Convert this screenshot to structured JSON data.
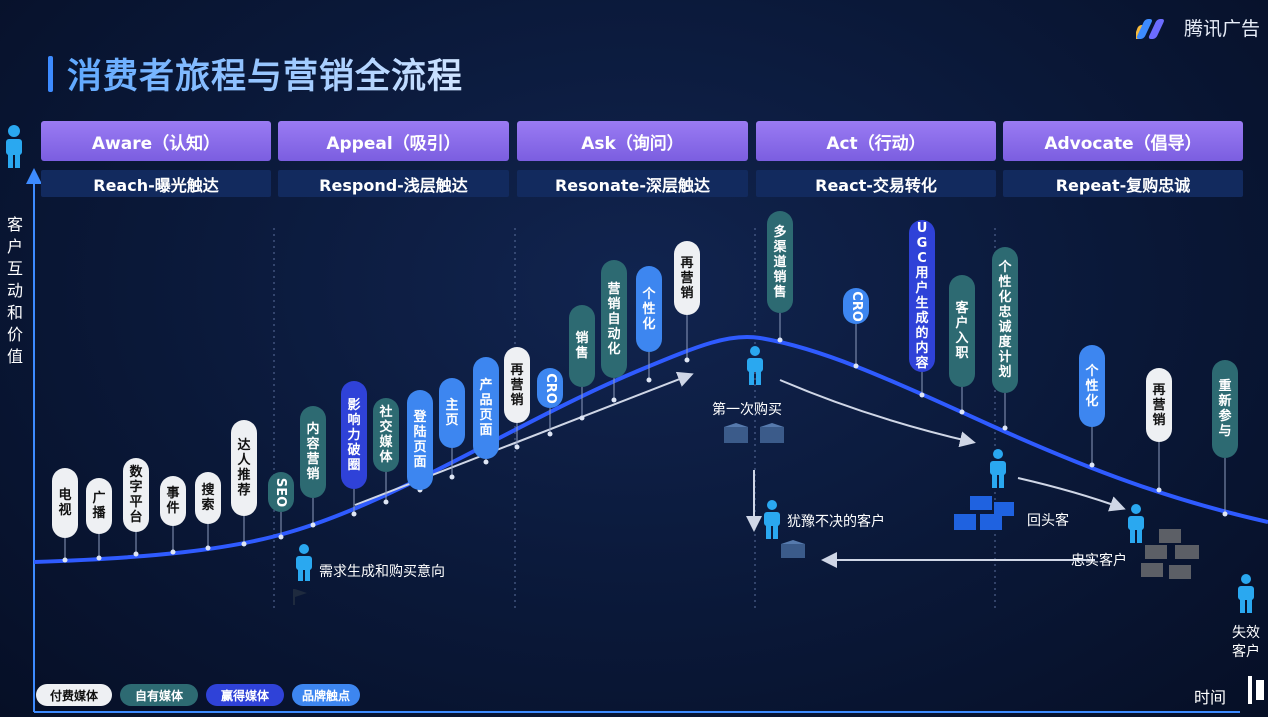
{
  "brand": {
    "name": "腾讯广告"
  },
  "page_title": "消费者旅程与营销全流程",
  "y_axis_label": "客户互动和价值",
  "x_axis_label": "时间",
  "stages": [
    {
      "name": "Aware（认知）",
      "sub": "Reach-曝光触达"
    },
    {
      "name": "Appeal（吸引）",
      "sub": "Respond-浅层触达"
    },
    {
      "name": "Ask（询问）",
      "sub": "Resonate-深层触达"
    },
    {
      "name": "Act（行动）",
      "sub": "React-交易转化"
    },
    {
      "name": "Advocate（倡导）",
      "sub": "Repeat-复购忠诚"
    }
  ],
  "touchpoints": [
    {
      "label": "电视",
      "type": "paid"
    },
    {
      "label": "广播",
      "type": "paid"
    },
    {
      "label": "数字平台",
      "type": "paid"
    },
    {
      "label": "事件",
      "type": "paid"
    },
    {
      "label": "搜索",
      "type": "paid"
    },
    {
      "label": "达人推荐",
      "type": "paid"
    },
    {
      "label": "SEO",
      "type": "owned"
    },
    {
      "label": "内容营销",
      "type": "owned"
    },
    {
      "label": "影响力破圈",
      "type": "earned"
    },
    {
      "label": "社交媒体",
      "type": "owned"
    },
    {
      "label": "登陆页面",
      "type": "brand"
    },
    {
      "label": "主页",
      "type": "brand"
    },
    {
      "label": "产品页面",
      "type": "brand"
    },
    {
      "label": "再营销",
      "type": "paid"
    },
    {
      "label": "CRO",
      "type": "brand"
    },
    {
      "label": "销售",
      "type": "owned"
    },
    {
      "label": "营销自动化",
      "type": "owned"
    },
    {
      "label": "个性化",
      "type": "brand"
    },
    {
      "label": "再营销",
      "type": "paid"
    },
    {
      "label": "多渠道销售",
      "type": "owned"
    },
    {
      "label": "CRO",
      "type": "brand"
    },
    {
      "label": "UGC用户生成的内容",
      "type": "earned"
    },
    {
      "label": "客户入职",
      "type": "owned"
    },
    {
      "label": "个性化忠诚度计划",
      "type": "owned"
    },
    {
      "label": "个性化",
      "type": "brand"
    },
    {
      "label": "再营销",
      "type": "paid"
    },
    {
      "label": "重新参与",
      "type": "owned"
    }
  ],
  "personas": {
    "demand": "需求生成和购买意向",
    "first_purchase": "第一次购买",
    "hesitant": "犹豫不决的客户",
    "returning": "回头客",
    "loyal": "忠实客户",
    "lost": "失效客户"
  },
  "legend": [
    {
      "label": "付费媒体",
      "type": "paid"
    },
    {
      "label": "自有媒体",
      "type": "owned"
    },
    {
      "label": "赢得媒体",
      "type": "earned"
    },
    {
      "label": "品牌触点",
      "type": "brand"
    }
  ],
  "colors": {
    "paid": "#eef0f3",
    "owned": "#2d6a72",
    "earned": "#2f42d8",
    "brand": "#3d86f0",
    "curve": "#2f5bff"
  }
}
